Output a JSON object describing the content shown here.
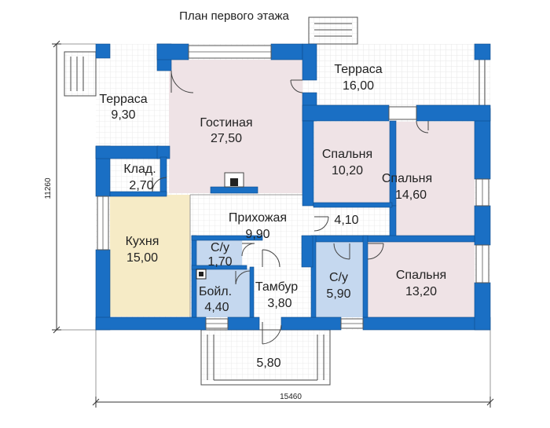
{
  "title": "План первого этажа",
  "rooms": [
    {
      "id": "terrace-left",
      "name": "Терраса",
      "area": "9,30"
    },
    {
      "id": "living",
      "name": "Гостиная",
      "area": "27,50"
    },
    {
      "id": "terrace-top",
      "name": "Терраса",
      "area": "16,00"
    },
    {
      "id": "storage",
      "name": "Клад.",
      "area": "2,70"
    },
    {
      "id": "bedroom-1",
      "name": "Спальня",
      "area": "10,20"
    },
    {
      "id": "bedroom-2",
      "name": "Спальня",
      "area": "14,60"
    },
    {
      "id": "hall",
      "name": "Прихожая",
      "area": "9,90"
    },
    {
      "id": "corridor",
      "name": "",
      "area": "4,10"
    },
    {
      "id": "kitchen",
      "name": "Кухня",
      "area": "15,00"
    },
    {
      "id": "wc-small",
      "name": "С/у",
      "area": "1,70"
    },
    {
      "id": "bathroom",
      "name": "С/у",
      "area": "5,90"
    },
    {
      "id": "bedroom-3",
      "name": "Спальня",
      "area": "13,20"
    },
    {
      "id": "boiler",
      "name": "Бойл.",
      "area": "4,40"
    },
    {
      "id": "vestibule",
      "name": "Тамбур",
      "area": "3,80"
    },
    {
      "id": "porch",
      "name": "",
      "area": "5,80"
    }
  ],
  "dimensions": {
    "width": "15460",
    "height": "11260"
  },
  "colors": {
    "wall": "#1a6fc4",
    "kitchen": "#f6ebc6",
    "living": "#efe3e6",
    "bath": "#c5d8ef",
    "floor": "#ffffff",
    "grid": "#e2e2e2"
  }
}
